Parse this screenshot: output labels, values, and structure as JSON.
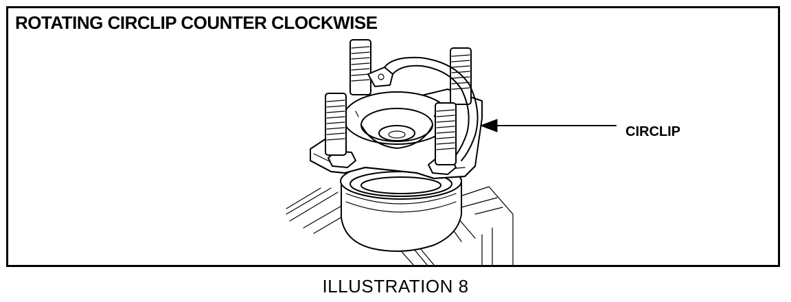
{
  "figure": {
    "title": "ROTATING CIRCLIP COUNTER CLOCKWISE",
    "callout_label": "CIRCLIP",
    "caption": "ILLUSTRATION 8"
  }
}
